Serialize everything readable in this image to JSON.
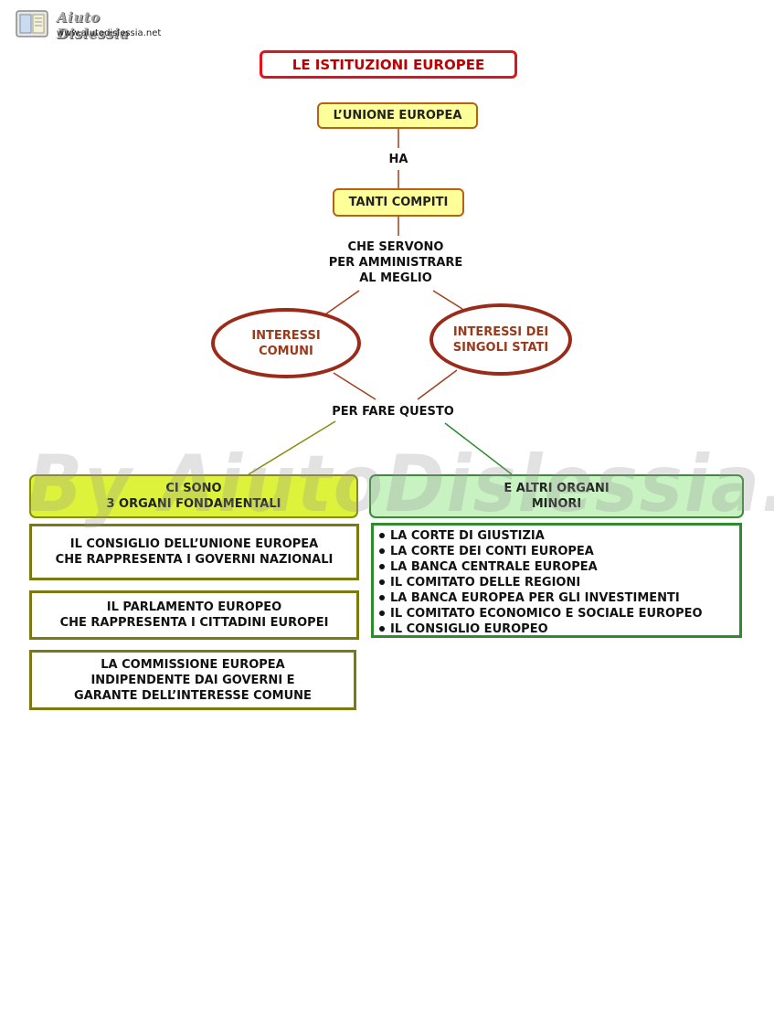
{
  "logo": {
    "name": "Aiuto Dislessia",
    "url": "www.aiutodislessia.net"
  },
  "watermark": "By AiutoDislessia.net",
  "title": "LE ISTITUZIONI EUROPEE",
  "nodes": {
    "ue": "L’UNIONE EUROPEA",
    "ha": "HA",
    "compiti": "TANTI COMPITI",
    "servono": [
      "CHE SERVONO",
      "PER AMMINISTRARE",
      "AL MEGLIO"
    ],
    "interessi_comuni": [
      "INTERESSI",
      "COMUNI"
    ],
    "interessi_stati": [
      "INTERESSI DEI",
      "SINGOLI STATI"
    ],
    "per_fare": "PER FARE QUESTO"
  },
  "left_header": [
    "CI SONO",
    "3 ORGANI FONDAMENTALI"
  ],
  "right_header": [
    "E ALTRI ORGANI",
    "MINORI"
  ],
  "organi_fondamentali": [
    [
      "IL CONSIGLIO DELL’UNIONE EUROPEA",
      "CHE RAPPRESENTA I GOVERNI NAZIONALI"
    ],
    [
      "IL PARLAMENTO EUROPEO",
      "CHE RAPPRESENTA I CITTADINI EUROPEI"
    ],
    [
      "LA COMMISSIONE EUROPEA",
      "INDIPENDENTE DAI GOVERNI E",
      "GARANTE DELL’INTERESSE COMUNE"
    ]
  ],
  "organi_minori": [
    "LA CORTE DI GIUSTIZIA",
    "LA CORTE DEI CONTI EUROPEA",
    "LA BANCA CENTRALE EUROPEA",
    "IL COMITATO DELLE REGIONI",
    "LA BANCA EUROPEA PER GLI INVESTIMENTI",
    "IL COMITATO ECONOMICO E SOCIALE EUROPEO",
    "IL CONSIGLIO EUROPEO"
  ],
  "colors": {
    "title_border": "#e1131b",
    "node_fill": "#ffff99",
    "connector": "#a0401a",
    "left_header_fill": "#ddf23a",
    "right_header_fill": "#c9f2c2",
    "right_border": "#2e8b2e"
  }
}
